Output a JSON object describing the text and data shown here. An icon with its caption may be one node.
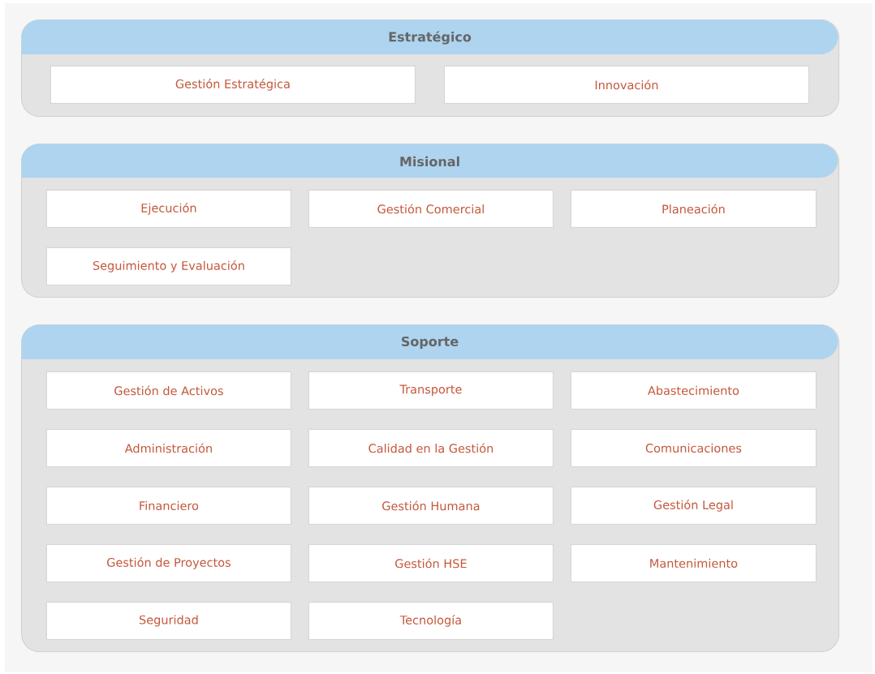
{
  "diagram": {
    "nodes": [
      {
        "text": [
          "Estratégico"
        ]
      },
      {
        "text": [
          "Gestión Estratégica"
        ],
        "in": 0
      },
      {
        "text": [
          "Innovación"
        ],
        "in": 0
      },
      {
        "text": [
          "Misional"
        ]
      },
      {
        "text": [
          "Ejecución"
        ],
        "in": 3
      },
      {
        "text": [
          "Gestión Comercial"
        ],
        "in": 3
      },
      {
        "text": [
          "Planeación"
        ],
        "in": 3
      },
      {
        "text": [
          "Seguimiento y Evaluación"
        ],
        "in": 3
      },
      {
        "text": [
          "Soporte"
        ]
      },
      {
        "text": [
          "Gestión de Activos"
        ],
        "in": 8
      },
      {
        "text": [
          "Transporte"
        ],
        "in": 8
      },
      {
        "text": [
          "Abastecimiento"
        ],
        "in": 8
      },
      {
        "text": [
          "Administración"
        ],
        "in": 8
      },
      {
        "text": [
          "Calidad en la Gestión"
        ],
        "in": 8
      },
      {
        "text": [
          "Comunicaciones"
        ],
        "in": 8
      },
      {
        "text": [
          "Financiero"
        ],
        "in": 8
      },
      {
        "text": [
          "Gestión Humana"
        ],
        "in": 8
      },
      {
        "text": [
          "Gestión Legal"
        ],
        "in": 8
      },
      {
        "text": [
          "Gestión de Proyectos"
        ],
        "in": 8
      },
      {
        "text": [
          "Gestión HSE"
        ],
        "in": 8
      },
      {
        "text": [
          "Mantenimiento"
        ],
        "in": 8
      },
      {
        "text": [
          "Seguridad"
        ],
        "in": 8
      },
      {
        "text": [
          "Tecnología"
        ],
        "in": 8
      }
    ]
  }
}
